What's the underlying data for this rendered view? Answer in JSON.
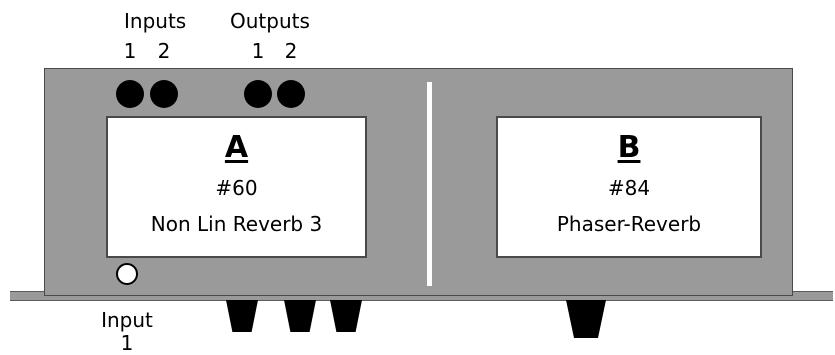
{
  "labels": {
    "inputs": "Inputs",
    "outputs": "Outputs",
    "input_numbers": [
      "1",
      "2"
    ],
    "output_numbers": [
      "1",
      "2"
    ],
    "front_input_title": "Input",
    "front_input_number": "1"
  },
  "panels": [
    {
      "letter": "A",
      "number": "#60",
      "name": "Non Lin Reverb 3"
    },
    {
      "letter": "B",
      "number": "#84",
      "name": "Phaser-Reverb"
    }
  ],
  "colors": {
    "chassis": "#9a9a9a",
    "outline": "#4a4a4a",
    "jack": "#000000",
    "panel": "#ffffff"
  }
}
